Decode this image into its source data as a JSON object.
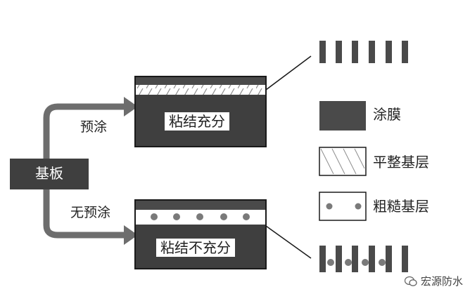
{
  "labels": {
    "substrate": "基板",
    "pre_coat": "预涂",
    "no_pre_coat": "无预涂",
    "bond_sufficient": "粘结充分",
    "bond_insufficient": "粘结不充分"
  },
  "legend": {
    "coating": "涂膜",
    "flat_base": "平整基层",
    "rough_base": "粗糙基层"
  },
  "watermark": {
    "text": "宏源防水",
    "icon": "wechat-official-account-icon"
  },
  "colors": {
    "dark_block": "#3f3f3f",
    "coating": "#4a4a4a",
    "frame": "#1a1a1a",
    "arrow": "#707070",
    "hatch": "#8c8c8c",
    "dot": "#7a7a7a"
  }
}
